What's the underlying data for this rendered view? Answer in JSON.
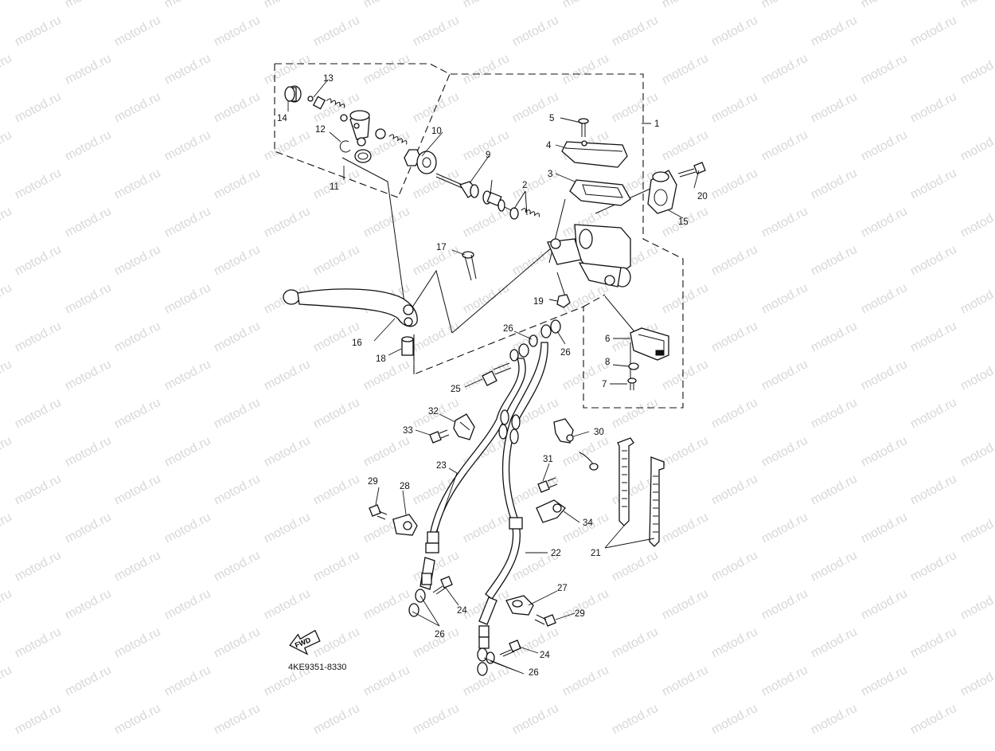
{
  "watermark": "motod.ru",
  "drawing_code": "4KE9351-8330",
  "fwd_arrow_label": "FWD",
  "callouts": {
    "c1": "1",
    "c2": "2",
    "c3": "3",
    "c4": "4",
    "c5": "5",
    "c6": "6",
    "c7": "7",
    "c8": "8",
    "c9": "9",
    "c10": "10",
    "c11": "11",
    "c12": "12",
    "c13": "13",
    "c14": "14",
    "c15": "15",
    "c16": "16",
    "c17": "17",
    "c18": "18",
    "c19": "19",
    "c20": "20",
    "c21": "21",
    "c22": "22",
    "c23": "23",
    "c24": "24",
    "c25": "25",
    "c26": "26",
    "c27": "27",
    "c28": "28",
    "c29": "29",
    "c30": "30",
    "c31": "31",
    "c32": "32",
    "c33": "33",
    "c34": "34"
  }
}
